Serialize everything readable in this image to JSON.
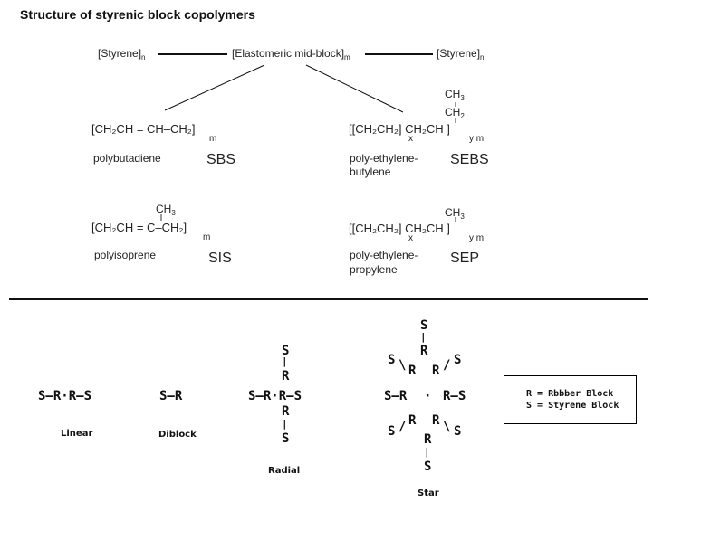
{
  "title": "Structure of styrenic block copolymers",
  "block_diagram": {
    "styrene_block": "[Styrene]",
    "styrene_sub": "n",
    "mid_block": "[Elastomeric mid-block]",
    "mid_sub": "m"
  },
  "polymers": {
    "sbs": {
      "formula": "[CH₂CH = CH–CH₂]",
      "sub": "m",
      "name": "polybutadiene",
      "abbr": "SBS"
    },
    "sebs": {
      "formula": "[[CH₂CH₂]  CH₂CH ]",
      "sub_x": "x",
      "sub_ym": "y m",
      "ch3": "CH",
      "ch3_sub": "3",
      "ch2": "CH",
      "ch2_sub": "2",
      "name_line1": "poly-ethylene-",
      "name_line2": "butylene",
      "abbr": "SEBS"
    },
    "sis": {
      "formula": "[CH₂CH = C–CH₂]",
      "sub": "m",
      "ch3": "CH",
      "ch3_sub": "3",
      "name": "polyisoprene",
      "abbr": "SIS"
    },
    "sep": {
      "formula": "[[CH₂CH₂]  CH₂CH ]",
      "sub_x": "x",
      "sub_ym": "y m",
      "ch3": "CH",
      "ch3_sub": "3",
      "name_line1": "poly-ethylene-",
      "name_line2": "propylene",
      "abbr": "SEP"
    }
  },
  "architectures": {
    "linear": {
      "formula": "S–R·R–S",
      "caption": "Linear"
    },
    "diblock": {
      "formula": "S–R",
      "caption": "Diblock"
    },
    "radial": {
      "formula": "S–R·R–S",
      "caption": "Radial"
    },
    "star": {
      "caption": "Star"
    }
  },
  "legend": {
    "line1": "R = Rbbber Block",
    "line2": "S = Styrene Block"
  }
}
